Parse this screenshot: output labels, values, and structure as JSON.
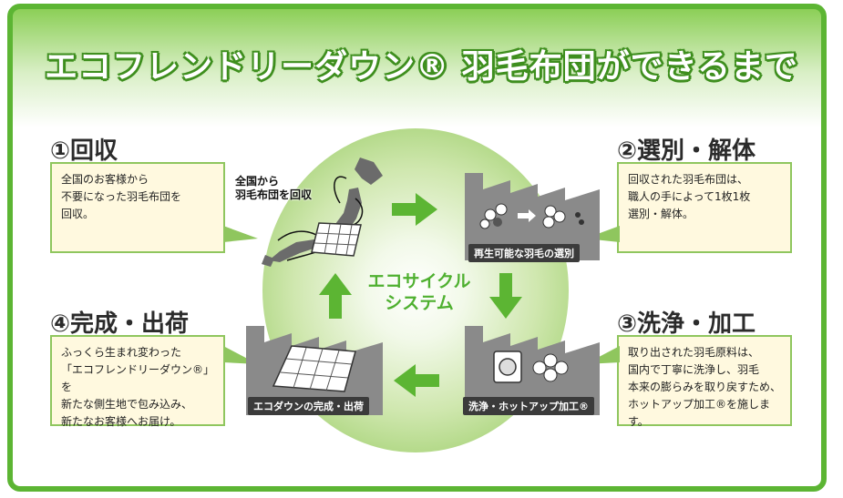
{
  "title": "エコフレンドリーダウン® 羽毛布団ができるまで",
  "center": "エコサイクル\nシステム",
  "steps": [
    {
      "title": "①回収",
      "text": "全国のお客様から\n不要になった羽毛布団を\n回収。"
    },
    {
      "title": "②選別・解体",
      "text": "回収された羽毛布団は、\n職人の手によって1枚1枚\n選別・解体。"
    },
    {
      "title": "③洗浄・加工",
      "text": "取り出された羽毛原料は、\n国内で丁寧に洗浄し、羽毛\n本来の膨らみを取り戻すため、\nホットアップ加工®を施します。"
    },
    {
      "title": "④完成・出荷",
      "text": "ふっくら生まれ変わった\n「エコフレンドリーダウン®」を\n新たな側生地で包み込み、\n新たなお客様へお届け。"
    }
  ],
  "labels": {
    "collect": "全国から\n羽毛布団を回収",
    "select": "再生可能な羽毛の選別",
    "wash": "洗浄・ホットアップ加工®",
    "ship": "エコダウンの完成・出荷"
  },
  "colors": {
    "accent": "#5cb533",
    "box_bg": "#fff9df",
    "badge": "#3b3b3b"
  }
}
